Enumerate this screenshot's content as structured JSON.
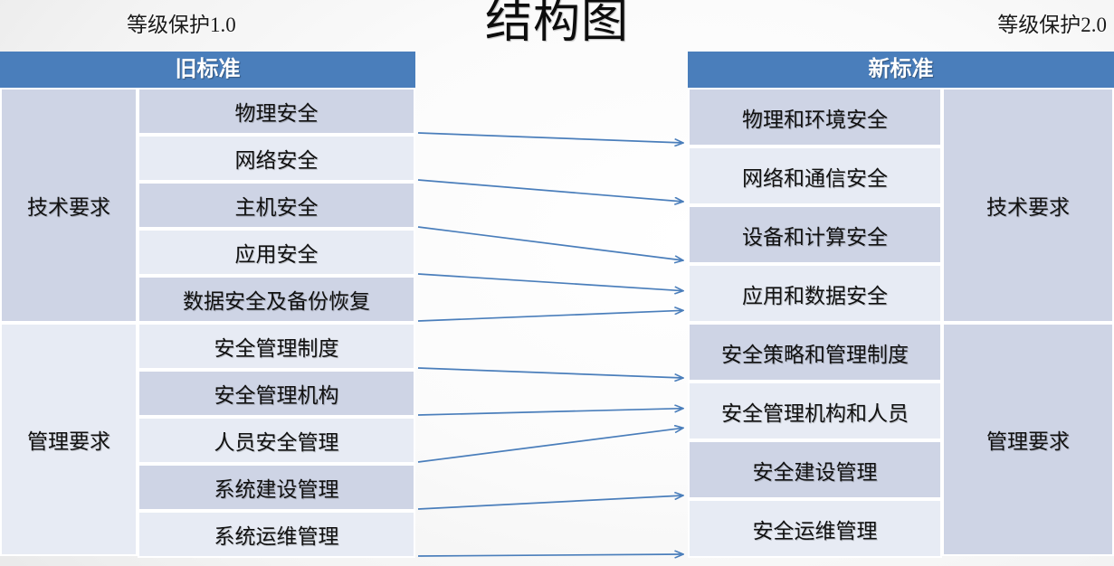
{
  "title": "结构图",
  "labels": {
    "left": "等级保护1.0",
    "right": "等级保护2.0"
  },
  "colors": {
    "header_blue": "#4a7ebb",
    "row_dark": "#ced4e5",
    "row_light": "#e7ebf4",
    "arrow_blue": "#4a7ebb",
    "text": "#111111"
  },
  "left_table": {
    "header": "旧标准",
    "categories": [
      {
        "label": "技术要求",
        "span": 5
      },
      {
        "label": "管理要求",
        "span": 5
      }
    ],
    "items": [
      "物理安全",
      "网络安全",
      "主机安全",
      "应用安全",
      "数据安全及备份恢复",
      "安全管理制度",
      "安全管理机构",
      "人员安全管理",
      "系统建设管理",
      "系统运维管理"
    ]
  },
  "right_table": {
    "header": "新标准",
    "categories": [
      {
        "label": "技术要求",
        "span": 4
      },
      {
        "label": "管理要求",
        "span": 4
      }
    ],
    "items": [
      "物理和环境安全",
      "网络和通信安全",
      "设备和计算安全",
      "应用和数据安全",
      "安全策略和管理制度",
      "安全管理机构和人员",
      "安全建设管理",
      "安全运维管理"
    ]
  },
  "mappings": [
    {
      "from": 0,
      "to": 0
    },
    {
      "from": 1,
      "to": 1
    },
    {
      "from": 2,
      "to": 2
    },
    {
      "from": 3,
      "to": 3
    },
    {
      "from": 4,
      "to": 3
    },
    {
      "from": 5,
      "to": 4
    },
    {
      "from": 6,
      "to": 5
    },
    {
      "from": 7,
      "to": 5
    },
    {
      "from": 8,
      "to": 6
    },
    {
      "from": 9,
      "to": 7
    }
  ]
}
